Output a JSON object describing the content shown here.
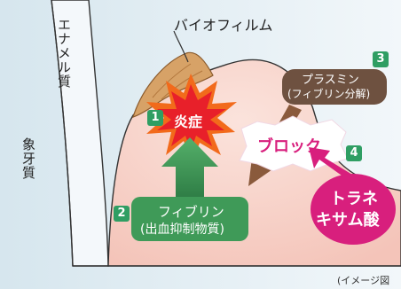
{
  "labels": {
    "enamel": "エナメル質",
    "dentin": "象牙質",
    "biofilm": "バイオフィルム",
    "inflammation": "炎症",
    "fibrin_line1": "フィブリン",
    "fibrin_line2": "(出血抑制物質)",
    "plasmin_line1": "プラスミン",
    "plasmin_line2": "(フィブリン分解)",
    "block": "ブロック",
    "tranexamic_line1": "トラネ",
    "tranexamic_line2": "キサム酸"
  },
  "badges": {
    "b1": "1",
    "b2": "2",
    "b3": "3",
    "b4": "4"
  },
  "caption": "(イメージ図",
  "colors": {
    "gum": "#f7cfc6",
    "gum_top": "#f9dcd4",
    "tooth_bg": "#e3eef4",
    "fire_outer": "#f26a1b",
    "fire_inner": "#e8202a",
    "arrow_green": "#3f9a58",
    "fibrin_box": "#3f9a58",
    "plasmin_box": "#6e5140",
    "arrow_brown": "#8a5a3c",
    "tranexamic": "#d81f7d",
    "block_text": "#d81f7d",
    "badge": "#2f9e63"
  },
  "icons": [
    "explosion-icon",
    "up-arrow-icon",
    "down-left-arrow-icon",
    "block-arrow-icon",
    "biofilm-blob"
  ]
}
